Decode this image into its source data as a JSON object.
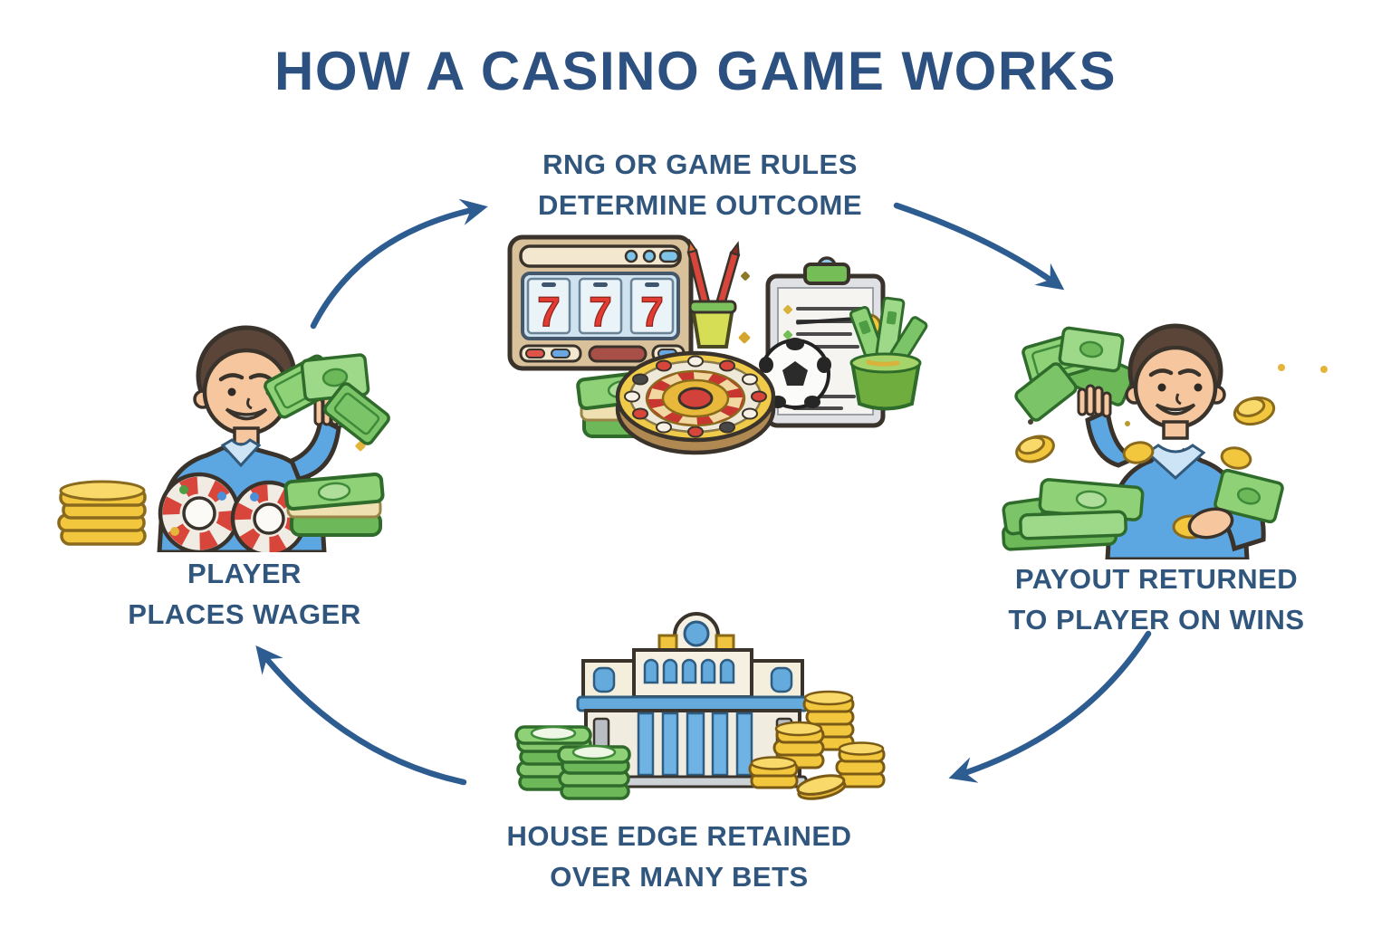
{
  "title": "HOW A CASINO GAME WORKS",
  "cycle": {
    "direction": "clockwise",
    "stages": [
      {
        "id": "player-places-wager",
        "label_line1": "PLAYER",
        "label_line2": "PLACES WAGER",
        "illustration": "player-with-cash-chips-and-coins"
      },
      {
        "id": "rng-or-game-rules-determine-outcome",
        "label_line1": "RNG OR GAME RULES",
        "label_line2": "DETERMINE OUTCOME",
        "illustration": "slot-machine-roulette-clipboard-football",
        "slot_digits": [
          "7",
          "7",
          "7"
        ]
      },
      {
        "id": "payout-returned-to-player-on-wins",
        "label_line1": "PAYOUT RETURNED",
        "label_line2": "TO PLAYER ON WINS",
        "illustration": "player-celebrating-with-winnings"
      },
      {
        "id": "house-edge-retained-over-many-bets",
        "label_line1": "HOUSE EDGE RETAINED",
        "label_line2": "OVER MANY BETS",
        "illustration": "casino-building-with-cash-and-coins"
      }
    ]
  },
  "colors": {
    "background": "#ffffff",
    "title_text": "#2c5180",
    "label_text": "#31567e",
    "arrow": "#2d5c91",
    "money_green": "#8fd177",
    "coin_gold": "#f2c63d",
    "shirt_blue": "#5ca7e2",
    "slot_red": "#e23b31",
    "building_cream": "#f4eedd",
    "window_blue": "#6fb3e4"
  }
}
